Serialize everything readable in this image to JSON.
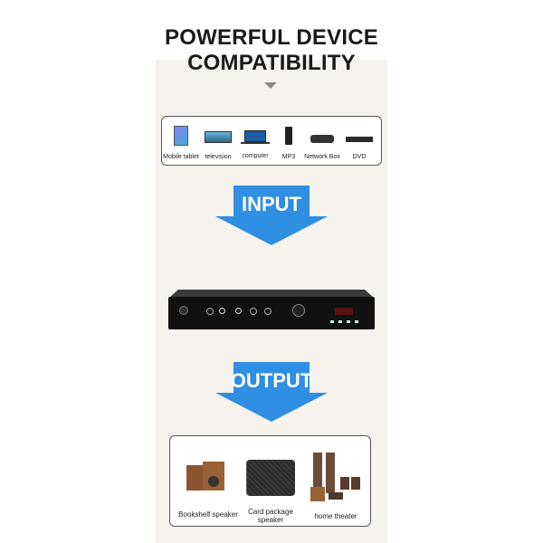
{
  "header": {
    "line1": "POWERFUL DEVICE",
    "line2": "COMPATIBILITY"
  },
  "devices": [
    {
      "label": "Mobile tablet",
      "icon": "tablet-icon"
    },
    {
      "label": "television",
      "icon": "tv-icon"
    },
    {
      "label": "computer",
      "icon": "laptop-icon"
    },
    {
      "label": "MP3",
      "icon": "mp3-player-icon"
    },
    {
      "label": "Network Box",
      "icon": "network-box-icon"
    },
    {
      "label": "DVD",
      "icon": "dvd-player-icon"
    }
  ],
  "input_label": "INPUT",
  "output_label": "OUTPUT",
  "speakers": [
    {
      "label": "Bookshelf speaker"
    },
    {
      "label": "Card package speaker"
    },
    {
      "label": "home theater"
    }
  ],
  "colors": {
    "arrow": "#2f8fe2",
    "panel": "#f6f2ee"
  }
}
